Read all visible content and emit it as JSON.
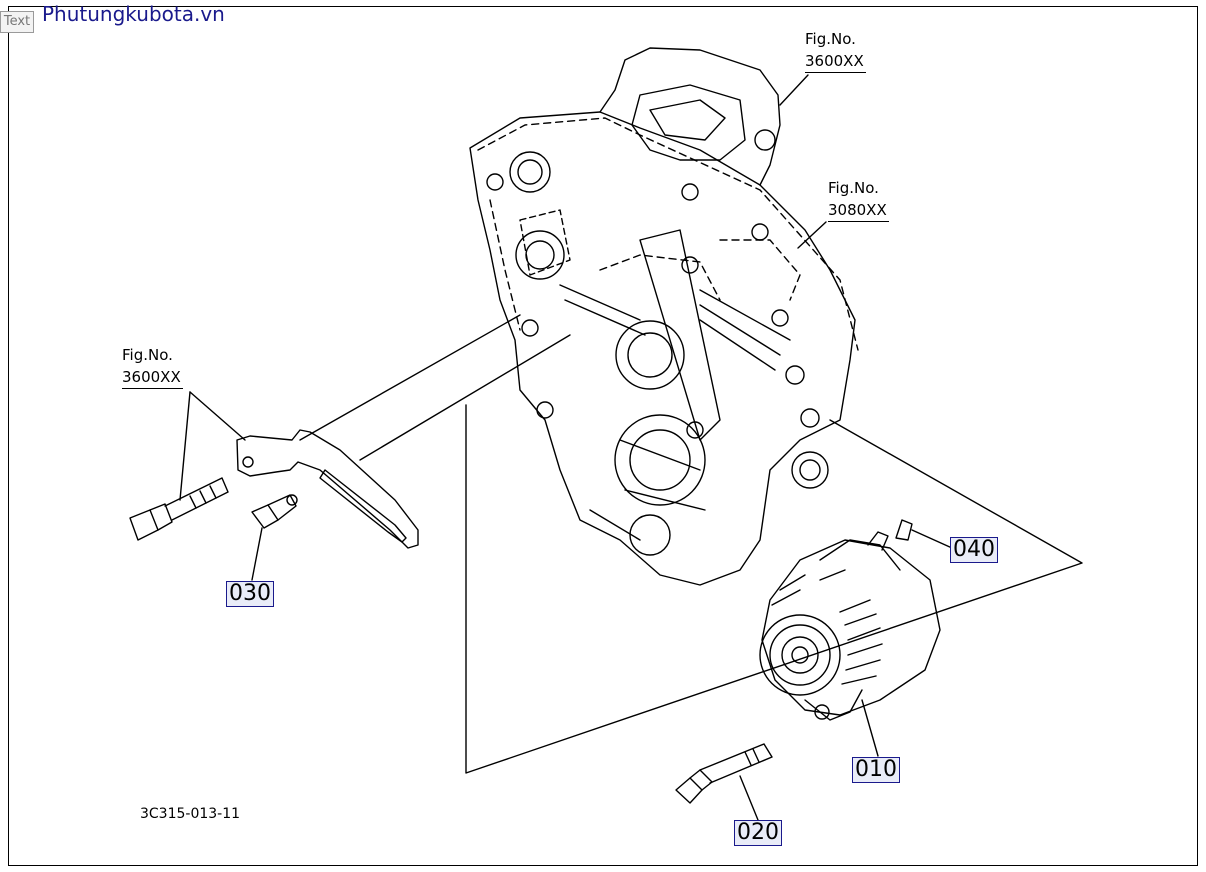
{
  "header": {
    "site_title": "Phutungkubota.vn",
    "tag_label": "Text"
  },
  "figure_refs": [
    {
      "label": "Fig.No.",
      "number": "3600XX"
    },
    {
      "label": "Fig.No.",
      "number": "3080XX"
    },
    {
      "label": "Fig.No.",
      "number": "3600XX"
    }
  ],
  "callouts": [
    "040",
    "030",
    "010",
    "020"
  ],
  "drawing_code": "3C315-013-11"
}
